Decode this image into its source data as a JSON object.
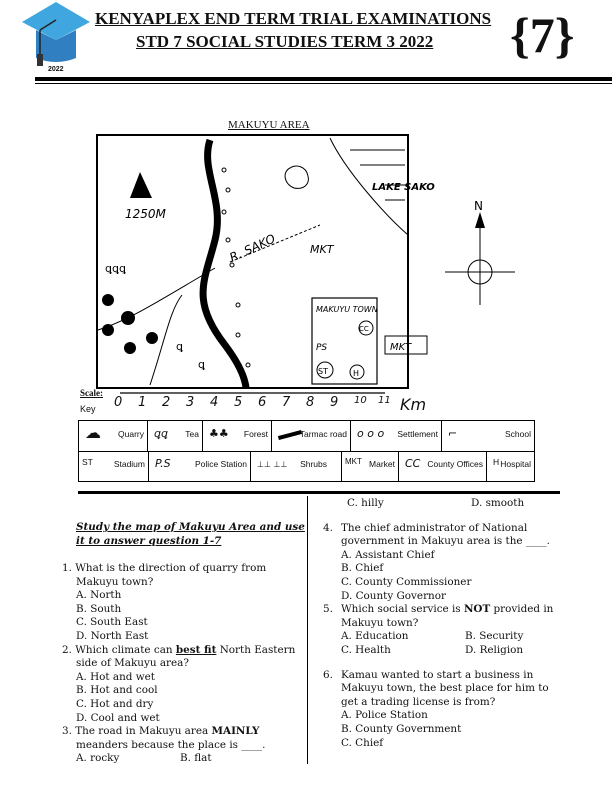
{
  "header": {
    "line1": "KENYAPLEX END TERM TRIAL EXAMINATIONS",
    "line2": "STD 7 SOCIAL STUDIES TERM 3 2022",
    "logo_year": "2022",
    "badge": "{7}"
  },
  "map": {
    "title": "MAKUYU AREA",
    "labels": {
      "height": "1250M",
      "river": "R. SAKO",
      "market": "MKT",
      "lake": "LAKE SAKO",
      "town": "MAKUYU TOWN",
      "police": "PS",
      "stadium": "ST",
      "hospital": "H",
      "county": "CC",
      "market_box": "MKT",
      "north": "N"
    },
    "scale": {
      "label": "Scale:",
      "ticks": [
        "0",
        "1",
        "2",
        "3",
        "4",
        "5",
        "6",
        "7",
        "8",
        "9",
        "10",
        "11"
      ],
      "unit": "Km"
    },
    "key": {
      "label": "Key",
      "row1": [
        {
          "sym": "",
          "label": "Quarry"
        },
        {
          "sym": "ꝗꝗ",
          "label": "Tea"
        },
        {
          "sym": "♣♣",
          "label": "Forest"
        },
        {
          "sym": "",
          "label": "Tarmac road"
        },
        {
          "sym": "o o o",
          "label": "Settlement"
        },
        {
          "sym": "",
          "label": "School"
        }
      ],
      "row2": [
        {
          "sym": "ST",
          "label": "Stadium"
        },
        {
          "sym": "P.S",
          "label": "Police Station"
        },
        {
          "sym": "⊥⊥ ⊥⊥",
          "label": "Shrubs"
        },
        {
          "sym": "MKT",
          "label": "Market"
        },
        {
          "sym": "CC",
          "label": "County Offices"
        },
        {
          "sym": "H",
          "label": "Hospital"
        }
      ]
    }
  },
  "instructions": {
    "line1": "Study the map of Makuyu Area and use",
    "line2": "it to answer question 1-7"
  },
  "questions": [
    {
      "n": "1.",
      "text": [
        "What is the direction of quarry from",
        "Makuyu town?"
      ],
      "options": [
        "A. North",
        "B. South",
        "C. South East",
        "D. North East"
      ]
    },
    {
      "n": "2.",
      "pre": "Which climate can ",
      "bold": "best fit",
      "post": " North Eastern",
      "text2": "side of Makuyu area?",
      "options": [
        "A. Hot and wet",
        "B. Hot and cool",
        "C. Hot and dry",
        "D. Cool and wet"
      ]
    },
    {
      "n": "3.",
      "pre": "The road in Makuyu area ",
      "bold": "MAINLY",
      "text2": "meanders because the place is ____.",
      "options": [
        "A. rocky",
        "B. flat",
        "C. hilly",
        "D. smooth"
      ]
    },
    {
      "n": "4.",
      "text": [
        "The chief administrator of National",
        "government in Makuyu area is the ____."
      ],
      "options": [
        "A. Assistant Chief",
        "B. Chief",
        "C. County Commissioner",
        "D. County Governor"
      ]
    },
    {
      "n": "5.",
      "pre": "Which social service is ",
      "bold": "NOT",
      "post": " provided in",
      "text2": "Makuyu town?",
      "options": [
        "A. Education",
        "B. Security",
        "C. Health",
        "D. Religion"
      ]
    },
    {
      "n": "6.",
      "text": [
        "Kamau wanted to start a business in",
        "Makuyu town, the best place for him to",
        "get a trading license is from?"
      ],
      "options": [
        "A. Police Station",
        "B. County Government",
        "C. Chief"
      ]
    }
  ]
}
